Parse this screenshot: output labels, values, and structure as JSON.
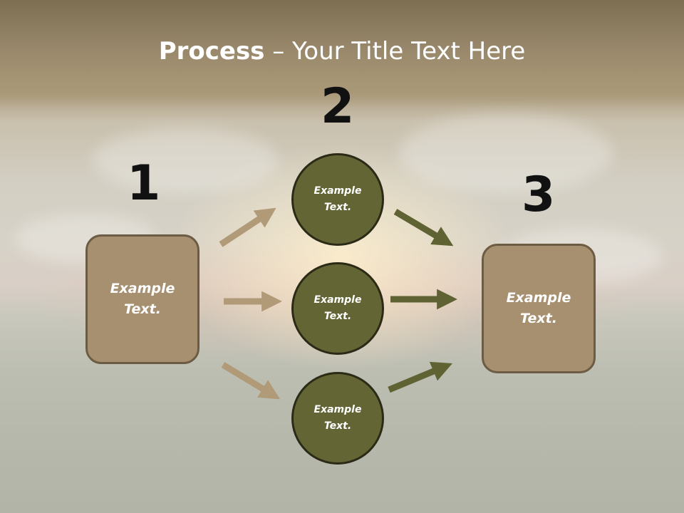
{
  "slide": {
    "title_bold": "Process",
    "title_rest": " – Your Title Text Here",
    "step_numbers": [
      "1",
      "2",
      "3"
    ],
    "left_box": "Example Text.",
    "right_box": "Example Text.",
    "circles": [
      "Example Text.",
      "Example Text.",
      "Example Text."
    ]
  },
  "colors": {
    "box_fill": "#a79070",
    "box_border": "#6d5c44",
    "circle_fill": "#636634",
    "circle_border": "#2a2a17",
    "arrow_light": "#b09a78",
    "arrow_dark": "#5f6233",
    "number_text": "#111111",
    "title_text": "#ffffff"
  }
}
